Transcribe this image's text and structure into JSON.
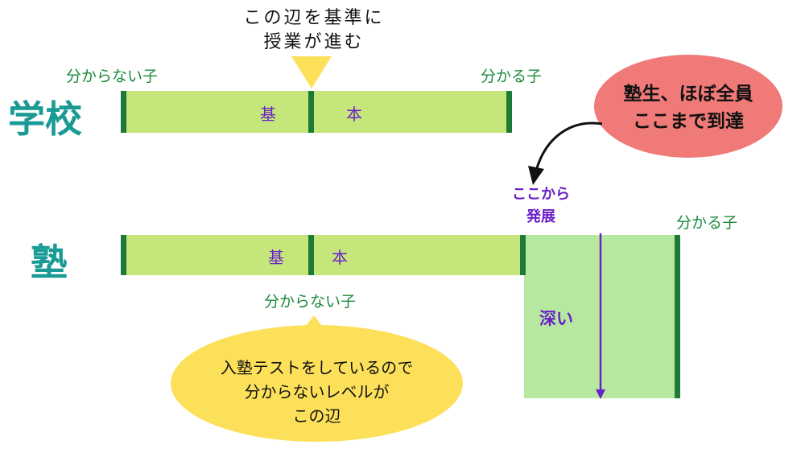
{
  "top_note": {
    "line1": "この辺を基準に",
    "line2": "授業が進む"
  },
  "school": {
    "title": "学校",
    "left_label": "分からない子",
    "right_label": "分かる子",
    "bar_text_left": "基",
    "bar_text_right": "本"
  },
  "juku": {
    "title": "塾",
    "bar_text_left": "基",
    "bar_text_right": "本",
    "below_label": "分からない子",
    "develop_label_line1": "ここから",
    "develop_label_line2": "発展",
    "right_label": "分かる子",
    "deep_label": "深い"
  },
  "red_bubble": {
    "line1": "塾生、ほぼ全員",
    "line2": "ここまで到達"
  },
  "yellow_bubble": {
    "line1": "入塾テストをしているので",
    "line2": "分からないレベルが",
    "line3": "この辺"
  },
  "colors": {
    "bar": "#c5e67a",
    "edge": "#1e7a36",
    "deep": "#b7e8a0",
    "title": "#1a9a94",
    "purple": "#6a1fc9",
    "yellow": "#fde05a",
    "red": "#f07a78"
  }
}
